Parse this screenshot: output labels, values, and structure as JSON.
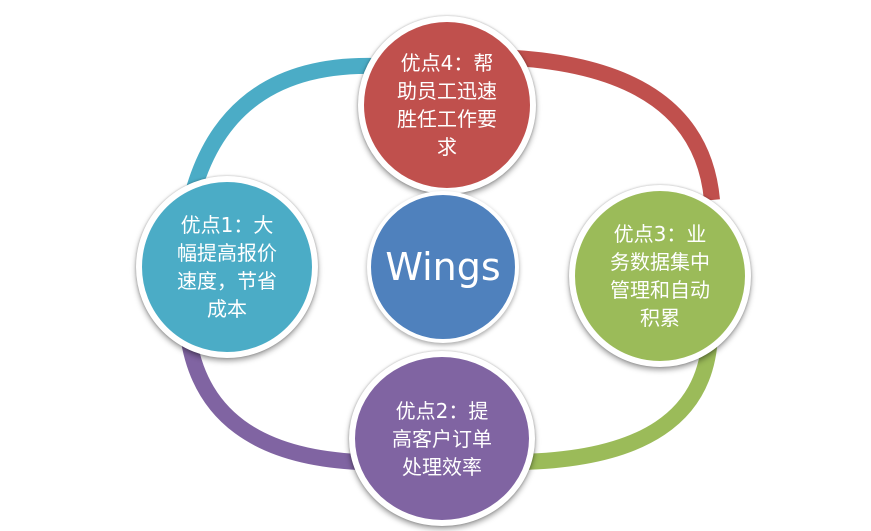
{
  "center": {
    "label": "Wings",
    "color": "#4f81bd"
  },
  "nodes": [
    {
      "id": "top",
      "label": "优点4：帮助员工迅速胜任工作要求",
      "lines": [
        "优点4：帮",
        "助员工迅速",
        "胜任工作要",
        "求"
      ],
      "color": "#c0504d"
    },
    {
      "id": "right",
      "label": "优点3：业务数据集中管理和自动积累",
      "lines": [
        "优点3：业",
        "务数据集中",
        "管理和自动",
        "积累"
      ],
      "color": "#9bbb59"
    },
    {
      "id": "bottom",
      "label": "优点2：提高客户订单处理效率",
      "lines": [
        "优点2：提",
        "高客户订单",
        "处理效率"
      ],
      "color": "#8064a2"
    },
    {
      "id": "left",
      "label": "优点1：大幅提高报价速度，节省成本",
      "lines": [
        "优点1：大",
        "幅提高报价",
        "速度，节省",
        "成本"
      ],
      "color": "#4bacc6"
    }
  ]
}
